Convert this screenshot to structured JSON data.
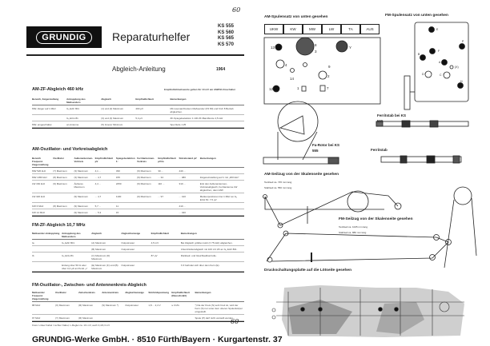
{
  "header": {
    "brand": "GRUNDIG",
    "title": "Reparaturhelfer",
    "models": [
      "KS 555",
      "KS 560",
      "KS 565",
      "KS 570"
    ],
    "subtitle": "Abgleich-Anleitung",
    "year": "1964",
    "handwritten": "60"
  },
  "am_zf": {
    "heading": "AM-ZF-Abgleich 460 kHz",
    "note": "Empfindlichkeitswerte gelten für 10 mV am AM/FM-Umschalter",
    "columns": [
      "Bereich, Zeigerstellung",
      "Ankopplung des Meßsenders",
      "Abgleich",
      "Empfindlichkeit",
      "Bemerkungen"
    ],
    "rows": [
      [
        "MW, Zeiger auf 1 MHz",
        "G₁ EAF 801",
        "(1) und (2) Maximum",
        "400 µV",
        "Mit resonanzbreitem Meßsender (P2 80) und 6 kF 8 Betrieb abgleichen."
      ],
      [
        "",
        "G₁ ECH 81",
        "(3) und (4) Maximum",
        "5,4 µV",
        "ZF-Spiegelselektion 1:130 ZF-Bandbreite 4,5 kHz"
      ],
      [
        "MW, eingeschaltet",
        "an Antenne",
        "(5) Innerer Minimum",
        "",
        "Sperrtiefe 1:25"
      ]
    ]
  },
  "am_osc": {
    "heading": "AM-Oszillator- und Vorkreisabgleich",
    "columns": [
      "Bereich Frequenz Zeigerstellung",
      "Oszillator",
      "Außenantennen-Vorkreis",
      "Empfindlichkeit µV",
      "Spiegelselektion 1:",
      "Ferritantennen-Vorkreis",
      "Empfindlichkeit µV/m",
      "Störabstand µV",
      "Bemerkungen"
    ],
    "rows": [
      [
        "MW 520 kHz",
        "(7) Maximum",
        "(3) Maximum",
        "4,1 ...",
        "330",
        "(9) Maximum",
        "30 ...",
        "440 ...",
        ""
      ],
      [
        "MW 1450 kHz",
        "(8) Maximum",
        "(3) Maximum",
        "... 4,7",
        "155",
        "(9) Maximum",
        "... 34",
        "... 480",
        "Zeigereinstellung auf 1 mit „200 kHz“"
      ],
      [
        "LW 160 kHz",
        "(9) Maximum",
        "Äußeres Maximum",
        "4,4 ...",
        "2250",
        "(9) Maximum",
        "110 ...",
        "310 ...",
        "Erst den Außenantennen-Vorkreisabgleich, Ferritantenne LW abgleichen, dann MW"
      ],
      [
        "LW 320 kHz",
        "",
        "(9) Maximum",
        "... 4,7",
        "1100",
        "(9) Maximum",
        "... 97",
        "... 410",
        "Markenpositionen bei 1 MHz an G₁ ECH 81: 7,5 µV"
      ],
      [
        "KW 6 MHz",
        "(8) Maximum",
        "(9) Maximum",
        "5,7 ...",
        "11",
        "",
        "",
        "410 ...",
        ""
      ],
      [
        "KW 14 MHz",
        "",
        "(9) Maximum",
        "... 5,3",
        "15",
        "",
        "",
        "... 430",
        ""
      ]
    ]
  },
  "fm_zf": {
    "heading": "FM-ZF-Abgleich 10,7 MHz",
    "columns": [
      "Meßsender-Ankopplung",
      "Ankopplung des Meßsenders",
      "Abgleich",
      "Abgleichanzeige",
      "Empfindlichkeit",
      "Bemerkungen"
    ],
    "rows": [
      [
        "Ia",
        "G₁ EAF 801",
        "(A) Maximum",
        "Outputmeter",
        "4,5 mV",
        "Bei Abgleich größten Hub (± 75 kHz) abgleichen."
      ],
      [
        "",
        "",
        "(B) Maximum",
        "Outputmeter",
        "",
        "Unterdrückerabgleich mit 100 mV ZF an G₁ EAF 801."
      ],
      [
        "Ib",
        "G₁ ECH 81",
        "(C) Maximum (D) Maximum",
        "",
        "87 µV",
        "Rücklauf- und Gleichlaufkontrolle."
      ],
      [
        "",
        "Erdung über 50 Ω oder über 0,3 µF an Punkt „x“",
        "(E) Maximum (F) und (B) Maximum",
        "Outputmeter",
        "",
        "X Z befindet sich über dem Kern (E)."
      ]
    ]
  },
  "fm_osc": {
    "heading": "FM-Oszillator-, Zwischen- und Antennenkreis-Abgleich",
    "columns": [
      "Meßsender Frequenz Zeigerstellung",
      "Oszillator",
      "Zwischenkreis",
      "Antennenkreis",
      "Abgleichanzeige",
      "Störfeldspannung",
      "Empfindlichkeit (Rauschzahl)",
      "Bemerkungen"
    ],
    "rows": [
      [
        "88 MHz",
        "(X) Maximum",
        "(R) Maximum",
        "(S) Maximum *)",
        "Outputmeter",
        "1,8 ... 2,4 V",
        "≤ 3 kTo",
        "*) Da der Kreis (S) sehr breit ist, wird der Kern (S) nur unter dem oberen Spulenkörper eingestellt."
      ],
      [
        "97 MHz",
        "(Y) Maximum",
        "(R) Maximum",
        "",
        "",
        "",
        "",
        "Spule (P) darf nicht verstellt werden."
      ]
    ],
    "footnote": "Kreis: Linker Kabel / rechter Kabel, L-Regler ca. 1/1 mV, auch 3,4/3,3 mV"
  },
  "footer": {
    "company": "GRUNDIG-Werke GmbH. · 8510 Fürth/Bayern · Kurgartenstr. 37",
    "handwritten": "60"
  },
  "right": {
    "am_coil_heading": "AM-Spulensatz von unten gesehen",
    "buttons": [
      "UKW",
      "KW",
      "MW",
      "LW",
      "TA",
      "AUS"
    ],
    "am_labels": [
      "13",
      "8",
      "3",
      "Y",
      "4",
      "9",
      "14",
      "2",
      "12",
      "1",
      "7"
    ],
    "fm_coil_heading": "FM-Spulensatz von unten gesehen",
    "fm_labels": [
      "E",
      "F",
      "B",
      "P",
      "A",
      "(X)",
      "D",
      "C",
      "H"
    ],
    "ferrite_555": "Ferritstab bei KS 555",
    "ferrite": "Ferritstab",
    "rotor": "Fa-Rotor bei KS 555",
    "am_cable": {
      "heading": "AM-Seilzug von der Skalenseite gesehen",
      "textile": "Textilseil ca. 745 mm lang",
      "steel": "Stahlseil ca. 550 mm lang"
    },
    "fm_cable": {
      "heading": "FM-Seilzug von der Skalenseite gesehen",
      "textile": "Textilseil ca. 1025 mm lang",
      "steel": "Stahlseil ca. 880 mm lang"
    },
    "pcb_heading": "Druckschaltungsplatte auf die Lötseite gesehen"
  }
}
